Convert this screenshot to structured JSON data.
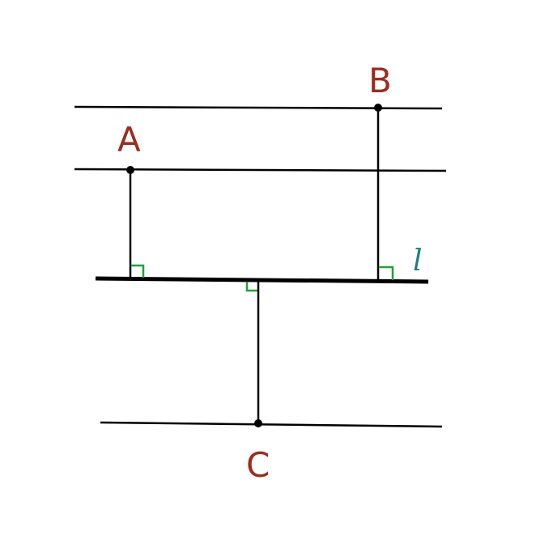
{
  "labels": {
    "point_a": "A",
    "point_b": "B",
    "point_c": "C",
    "line_l": "l"
  },
  "colors": {
    "point_label": "#9b2d20",
    "line_label": "#1a7f83",
    "right_angle_marker": "#1fa23a",
    "stroke": "#000000"
  }
}
